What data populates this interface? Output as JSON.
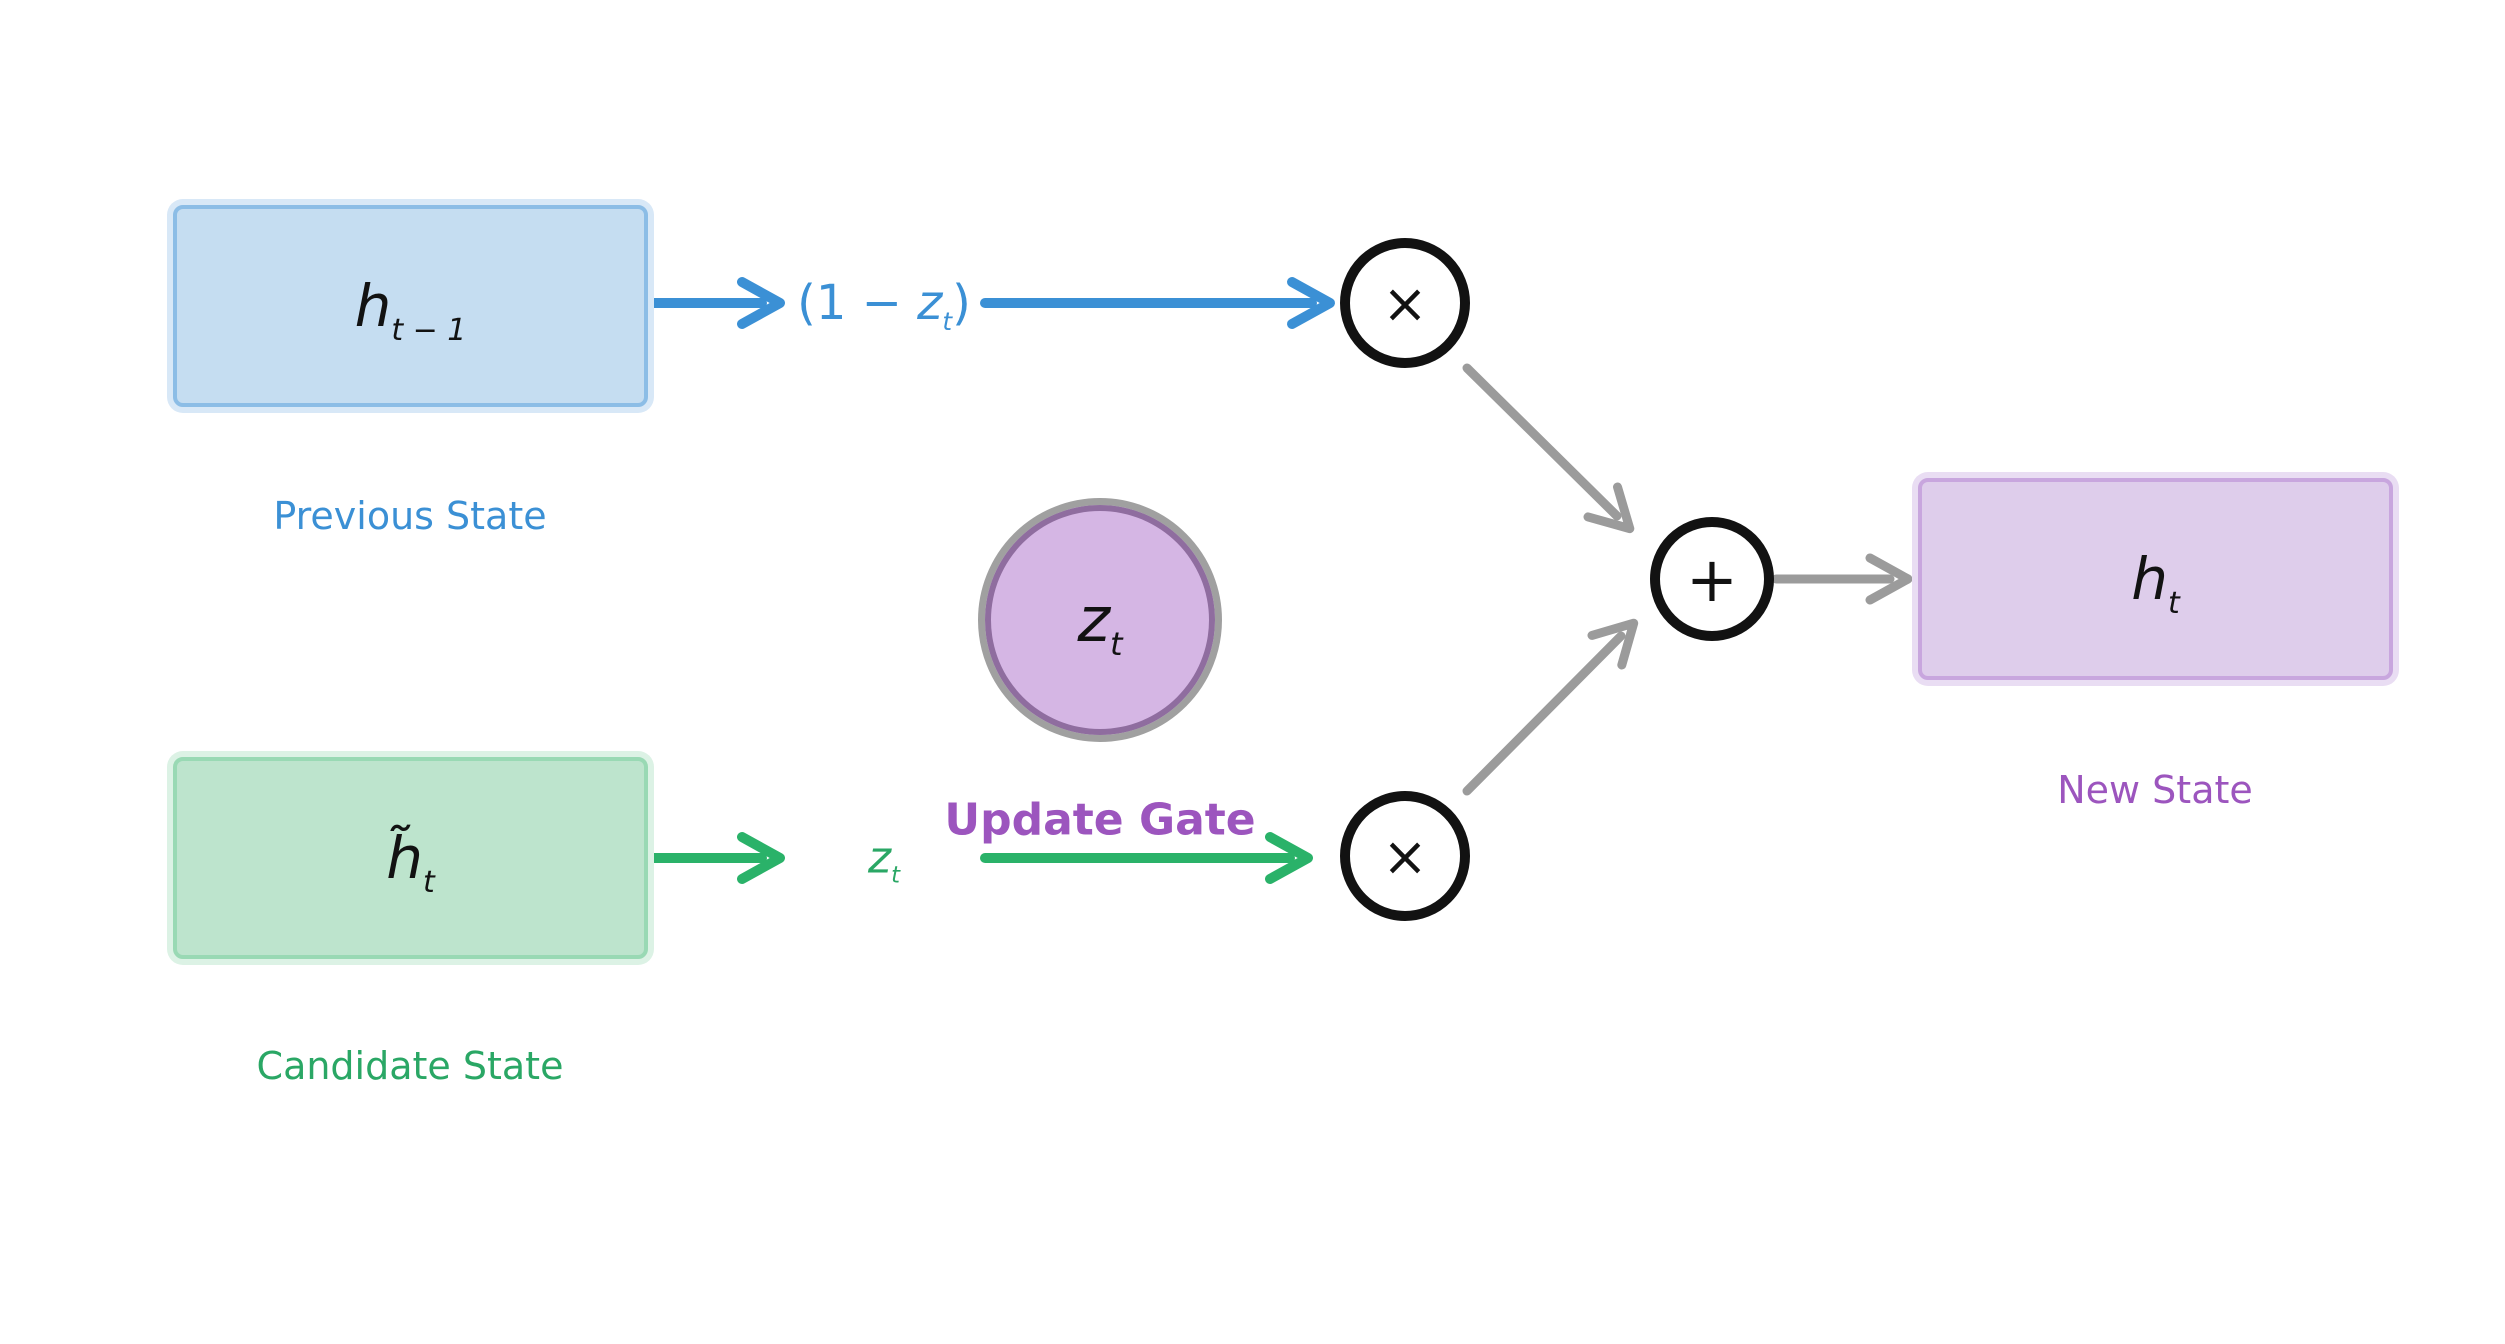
{
  "colors": {
    "blue-accent": "#3b90d5",
    "blue-fill": "#c5ddf1",
    "blue-border": "#8cbde6",
    "blue-glow": "#d8e8f7",
    "green-accent": "#2ab269",
    "green-text": "#2aa765",
    "green-fill": "#bde4cd",
    "green-border": "#99d9b4",
    "green-glow": "#dcf2e5",
    "purple-accent": "#9c55be",
    "purple-fill": "#decdeb",
    "purple-border": "#c8a6de",
    "purple-glow": "#e9ddf3",
    "circle-fill": "#d5b6e4",
    "circle-ring": "#a0a0a0",
    "circle-ring-inner": "#8f6d9f",
    "gray-accent": "#9b9b9b",
    "ink": "#121212",
    "background": "#ffffff"
  },
  "nodes": {
    "previous_state": {
      "var": "h",
      "sub": "t − 1",
      "caption": "Previous State"
    },
    "candidate_state": {
      "var": "h̃",
      "sub": "t",
      "caption": "Candidate State"
    },
    "update_gate": {
      "var": "z",
      "sub": "t",
      "caption": "Update Gate"
    },
    "new_state": {
      "var": "h",
      "sub": "t",
      "caption": "New State"
    },
    "multiply_top": {
      "symbol": "×"
    },
    "multiply_bottom": {
      "symbol": "×"
    },
    "add": {
      "symbol": "+"
    }
  },
  "edge_labels": {
    "one_minus_zt": {
      "open": "(1 − ",
      "var": "z",
      "sub": "t",
      "close": ")"
    },
    "zt": {
      "var": "z",
      "sub": "t"
    }
  }
}
